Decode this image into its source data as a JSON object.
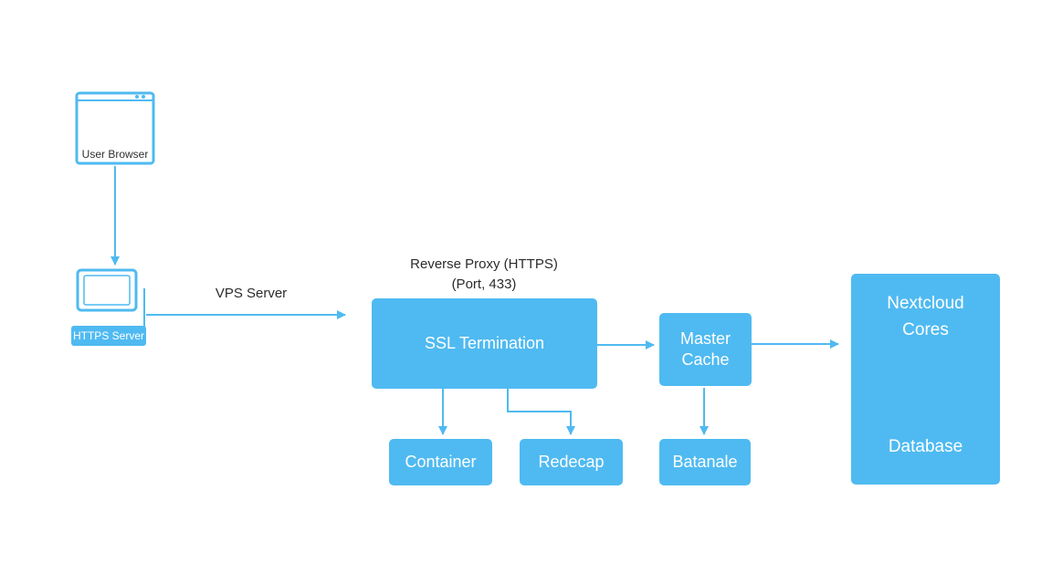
{
  "colors": {
    "accent": "#4fbaf1",
    "text": "#2b2b2b",
    "background": "#ffffff"
  },
  "nodes": {
    "user_browser": "User Browser",
    "https_server": "HTTPS Server",
    "vps_label": "VPS Server",
    "proxy_label_line1": "Reverse Proxy (HTTPS)",
    "proxy_label_line2": "(Port, 433)",
    "ssl_termination": "SSL Termination",
    "master_cache_line1": "Master",
    "master_cache_line2": "Cache",
    "container": "Container",
    "redecap": "Redecap",
    "batanale": "Batanale",
    "nextcloud_line1": "Nextcloud",
    "nextcloud_line2": "Cores",
    "database": "Database"
  },
  "icons": {
    "browser": "browser-window-icon",
    "server": "laptop-icon"
  },
  "edges": [
    [
      "user_browser",
      "https_server"
    ],
    [
      "https_server",
      "ssl_termination"
    ],
    [
      "ssl_termination",
      "master_cache"
    ],
    [
      "master_cache",
      "nextcloud"
    ],
    [
      "ssl_termination",
      "container"
    ],
    [
      "ssl_termination",
      "redecap"
    ],
    [
      "master_cache",
      "batanale"
    ]
  ]
}
